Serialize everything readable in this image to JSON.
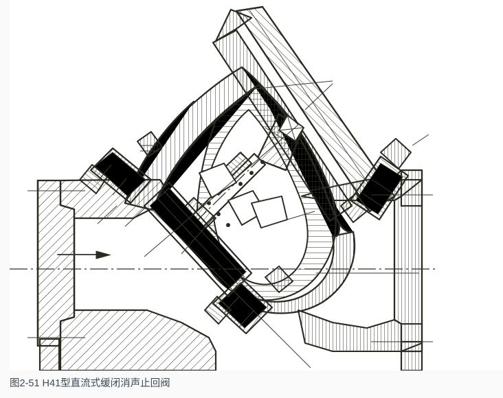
{
  "figure": {
    "caption": "图2-51 H41型直流式缓闭消声止回阀",
    "title_code": "H41",
    "figure_number": "图2-51",
    "drawing_type": "sectional-assembly-drawing",
    "colors": {
      "page_background": "#fafafa",
      "canvas_background": "#ffffff",
      "ink": "#34342a",
      "caption_text": "#3f4a55"
    },
    "annotations": {
      "flow_arrow": "flow-direction-arrow-left-to-right",
      "centerline": "horizontal-axis-centerline"
    },
    "components": [
      {
        "name": "left-flange",
        "hatch": "diagonal-45"
      },
      {
        "name": "inlet-pipe-body",
        "hatch": "none"
      },
      {
        "name": "right-flange",
        "hatch": "vertical"
      },
      {
        "name": "outlet-pipe-body",
        "hatch": "vertical"
      },
      {
        "name": "valve-body-neck",
        "hatch": "vertical"
      },
      {
        "name": "inclined-bonnet-arm",
        "hatch": "diagonal-45"
      },
      {
        "name": "valve-disc",
        "hatch": "diagonal-45"
      },
      {
        "name": "valve-stem",
        "hatch": "none"
      },
      {
        "name": "upper-left-bolt-assembly",
        "hatch": "mixed"
      },
      {
        "name": "upper-right-bolt-assembly",
        "hatch": "mixed"
      },
      {
        "name": "lower-center-bolt-assembly",
        "hatch": "mixed"
      },
      {
        "name": "spring-damper",
        "hatch": "diagonal"
      }
    ]
  }
}
